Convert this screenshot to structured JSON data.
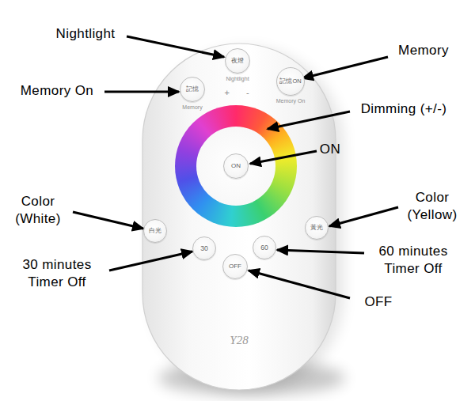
{
  "diagram": {
    "nodes": [
      {
        "text": [
          "Y28"
        ]
      },
      {
        "text": [
          "記憶",
          "Memory"
        ],
        "in": 0
      },
      {
        "text": [
          "夜燈",
          "Nightlight"
        ],
        "in": 0
      },
      {
        "text": [
          "記憶ON",
          "Memory On"
        ],
        "in": 0
      },
      {
        "text": [
          "ON"
        ],
        "in": 0
      },
      {
        "text": [
          "白光"
        ],
        "in": 0
      },
      {
        "text": [
          "30"
        ],
        "in": 0
      },
      {
        "text": [
          "黃光"
        ],
        "in": 0
      },
      {
        "text": [
          "60"
        ],
        "in": 0
      },
      {
        "text": [
          "OFF"
        ],
        "in": 0
      }
    ],
    "labels": [
      "Nightlight",
      "Memory",
      "Memory On",
      "Dimming (+/-)",
      "ON",
      "Color (White)",
      "Color (Yellow)",
      "30 minutes Timer Off",
      "60 minutes Timer Off",
      "OFF",
      "+",
      "-"
    ]
  }
}
